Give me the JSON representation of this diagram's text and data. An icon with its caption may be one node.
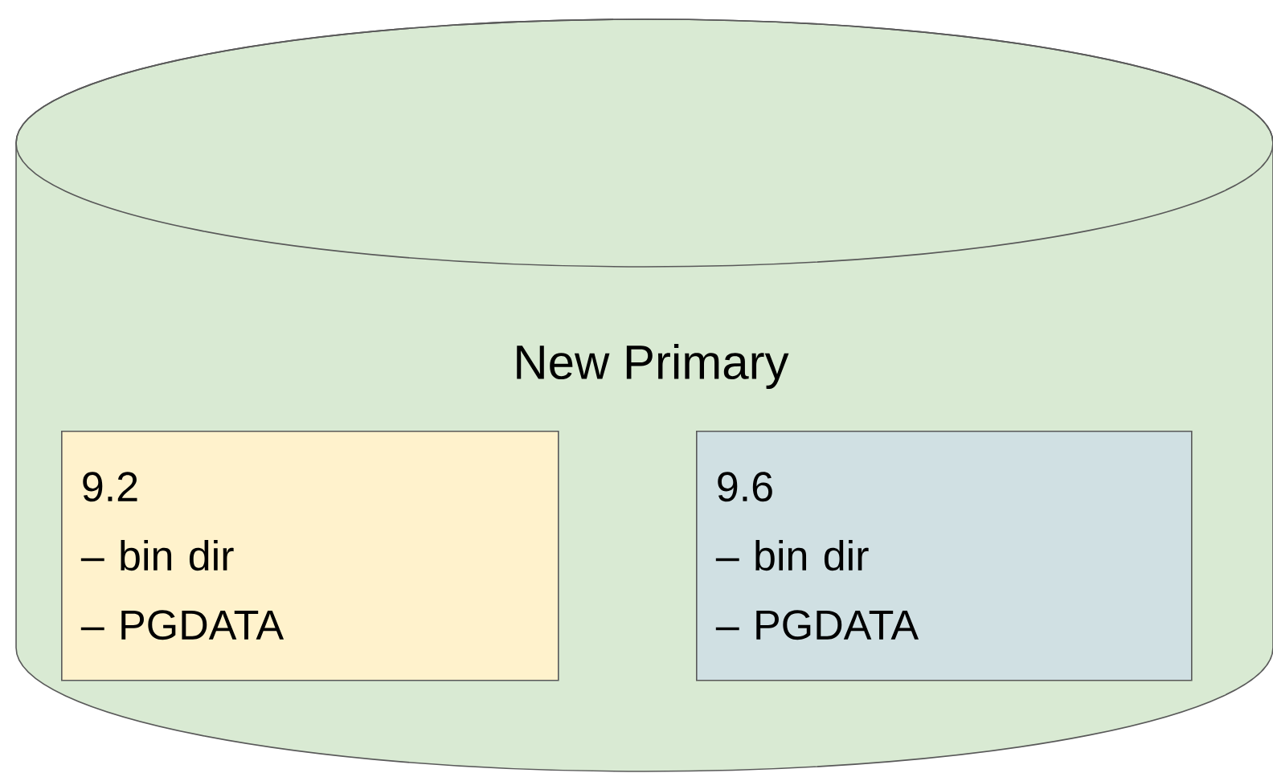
{
  "diagram": {
    "nodes": [
      {
        "text": [
          "New Primary"
        ]
      },
      {
        "text": [
          "9.2",
          "– bin dir",
          "– PGDATA"
        ],
        "in": 0
      },
      {
        "text": [
          "9.6",
          "– bin dir",
          "– PGDATA"
        ],
        "in": 0
      }
    ]
  }
}
